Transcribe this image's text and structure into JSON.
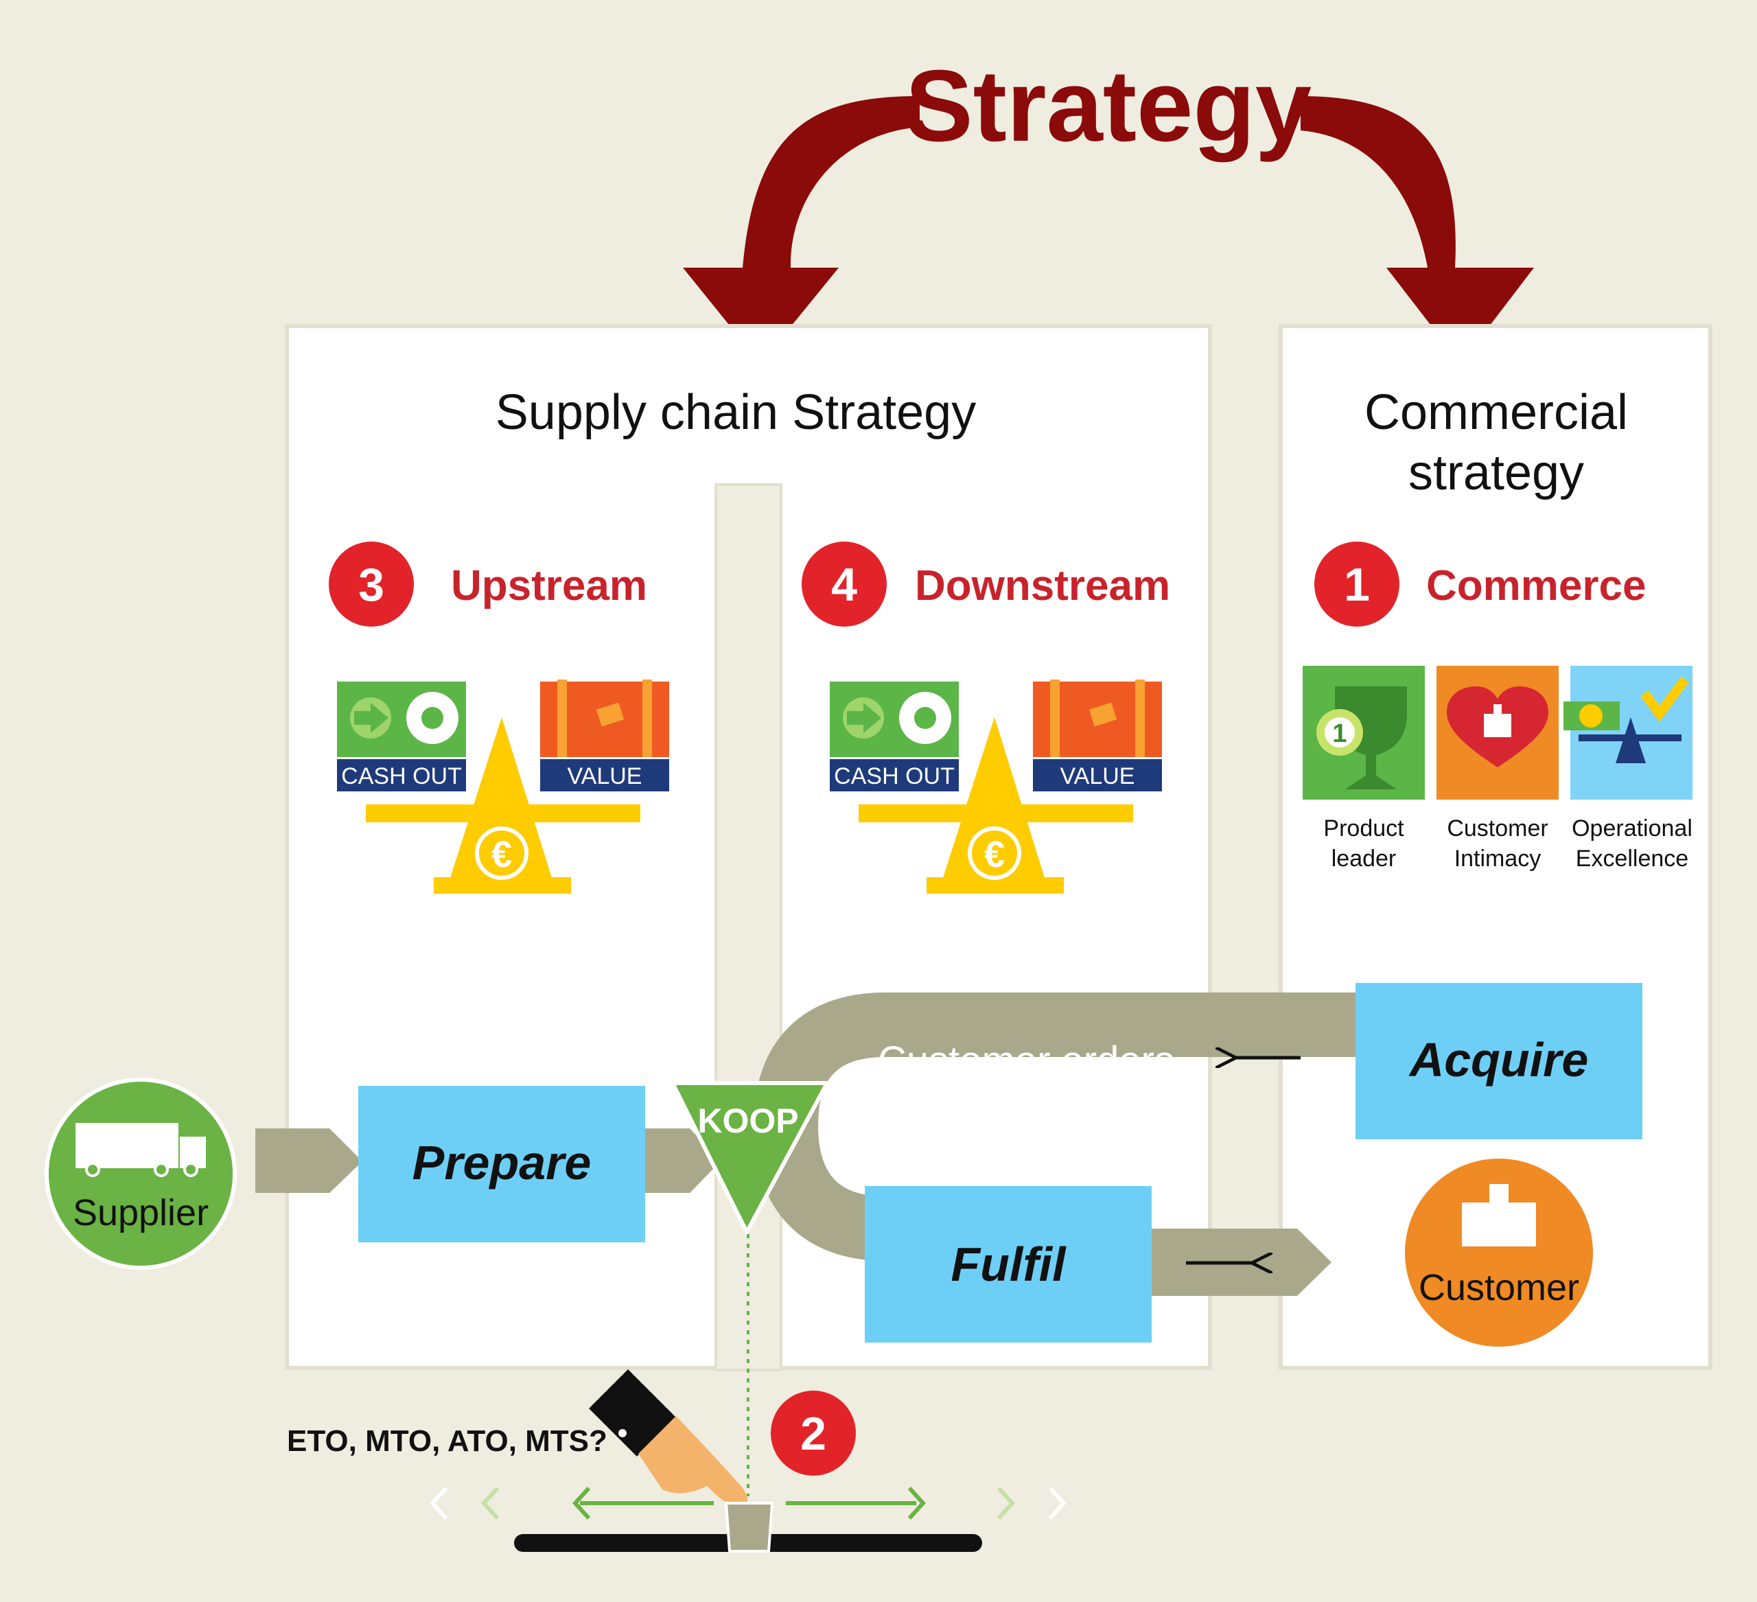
{
  "title": "Strategy",
  "panels": {
    "supply_chain": {
      "title": "Supply chain Strategy"
    },
    "commercial": {
      "title_line1": "Commercial",
      "title_line2": "strategy"
    }
  },
  "sections": {
    "upstream": {
      "number": "3",
      "label": "Upstream",
      "cash_out": "CASH OUT",
      "value": "VALUE",
      "currency": "€"
    },
    "downstream": {
      "number": "4",
      "label": "Downstream",
      "cash_out": "CASH OUT",
      "value": "VALUE",
      "currency": "€"
    },
    "commerce": {
      "number": "1",
      "label": "Commerce",
      "strategies": [
        {
          "line1": "Product",
          "line2": "leader",
          "icon": "trophy-icon"
        },
        {
          "line1": "Customer",
          "line2": "Intimacy",
          "icon": "heart-icon"
        },
        {
          "line1": "Operational",
          "line2": "Excellence",
          "icon": "balance-icon"
        }
      ],
      "badge_number": "1"
    }
  },
  "flow": {
    "supplier": "Supplier",
    "prepare": "Prepare",
    "koop": "KOOP",
    "customer_orders": "Customer orders",
    "acquire": "Acquire",
    "fulfil": "Fulfil",
    "customer": "Customer"
  },
  "decoupling": {
    "number": "2",
    "question": "ETO, MTO, ATO, MTS?"
  },
  "colors": {
    "dark_red": "#8b0a0a",
    "red_badge": "#e2232a",
    "blue_box": "#6ecff6",
    "flow_band": "#a9a88a",
    "green": "#6ab344",
    "orange": "#f08a24",
    "yellow": "#ffcc00",
    "navy": "#1f3a7a"
  }
}
